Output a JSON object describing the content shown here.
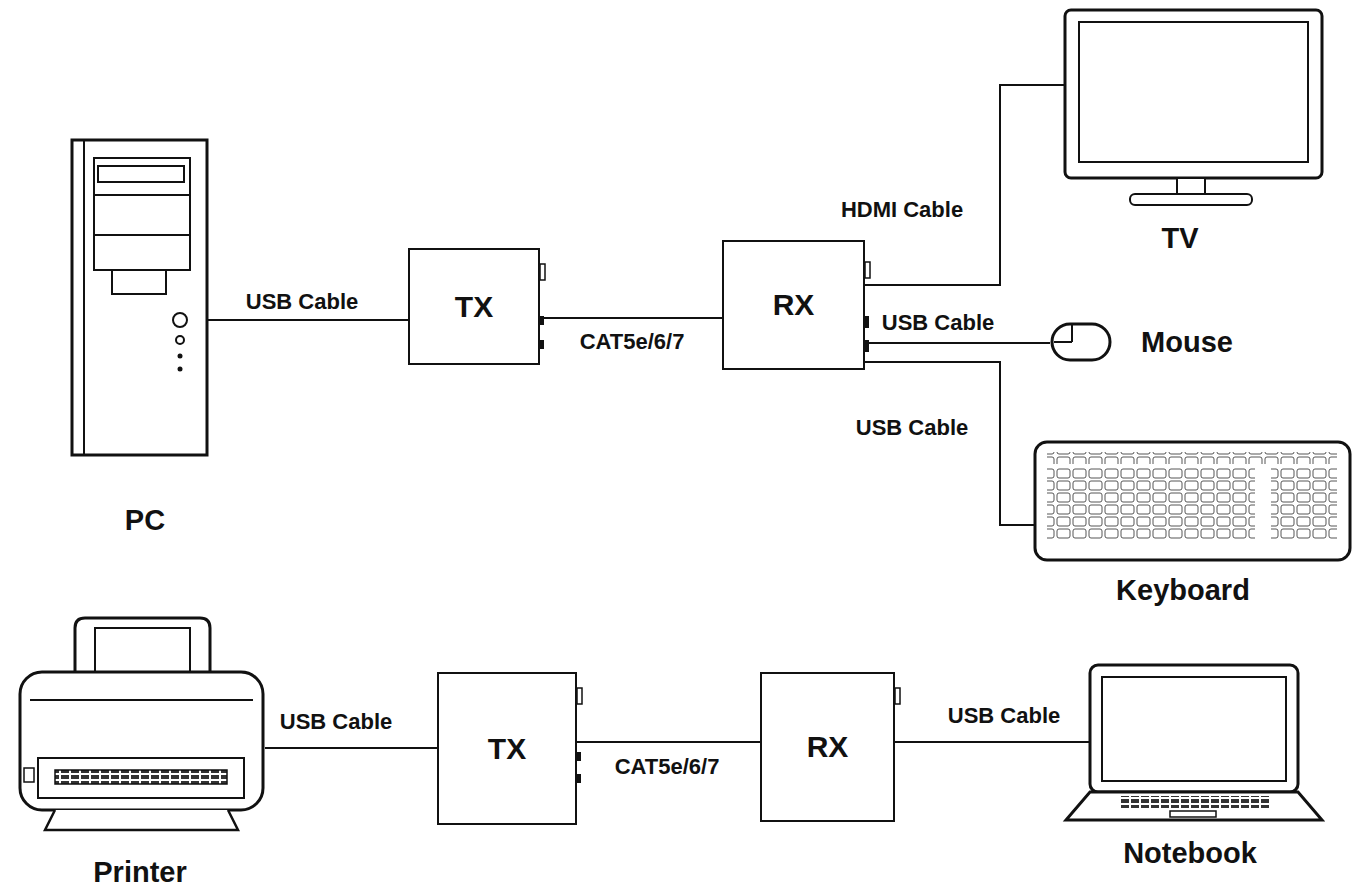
{
  "diagram": {
    "nodes": [
      {
        "text": [
          "PC"
        ]
      },
      {
        "text": [
          "TX"
        ]
      },
      {
        "text": [
          "RX"
        ]
      },
      {
        "text": [
          "TV"
        ]
      },
      {
        "text": [
          "Mouse"
        ]
      },
      {
        "text": [
          "Keyboard"
        ]
      },
      {
        "text": [
          "Printer"
        ]
      },
      {
        "text": [
          "TX"
        ]
      },
      {
        "text": [
          "RX"
        ]
      },
      {
        "text": [
          "Notebook"
        ]
      }
    ],
    "edges": [
      {
        "from": 0,
        "to": 1,
        "arrow": "none",
        "label": "USB Cable"
      },
      {
        "from": 1,
        "to": 2,
        "arrow": "none",
        "label": "CAT5e/6/7"
      },
      {
        "from": 2,
        "to": 3,
        "arrow": "none",
        "label": "HDMI Cable"
      },
      {
        "from": 2,
        "to": 4,
        "arrow": "none",
        "label": "USB Cable"
      },
      {
        "from": 2,
        "to": 5,
        "arrow": "none",
        "label": "USB Cable"
      },
      {
        "from": 6,
        "to": 7,
        "arrow": "none",
        "label": "USB Cable"
      },
      {
        "from": 7,
        "to": 8,
        "arrow": "none",
        "label": "CAT5e/6/7"
      },
      {
        "from": 8,
        "to": 9,
        "arrow": "none",
        "label": "USB Cable"
      }
    ]
  }
}
